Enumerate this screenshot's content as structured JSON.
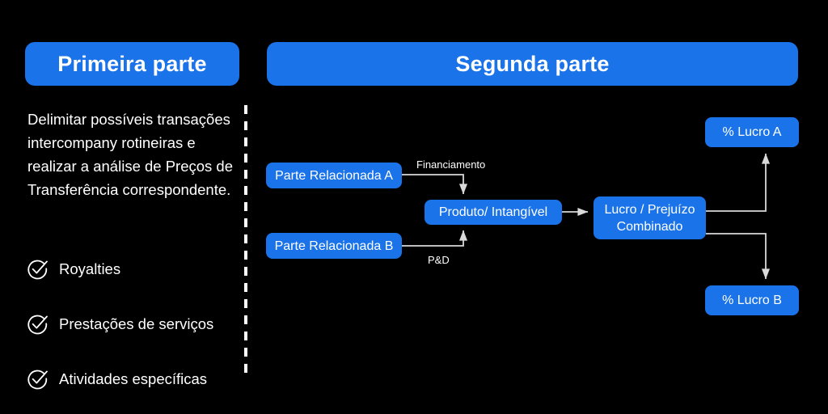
{
  "colors": {
    "background": "#000000",
    "accent_blue": "#1a73e8",
    "text": "#ffffff",
    "connector": "#d9d9d9"
  },
  "headers": {
    "left": "Primeira parte",
    "right": "Segunda parte"
  },
  "left_panel": {
    "paragraph": "Delimitar possíveis transações intercompany rotineiras e realizar a análise de Preços de Transferência correspondente.",
    "checklist": [
      {
        "icon": "check-circle-icon",
        "label": "Royalties"
      },
      {
        "icon": "check-circle-icon",
        "label": "Prestações de serviços"
      },
      {
        "icon": "check-circle-icon",
        "label": "Atividades específicas"
      }
    ]
  },
  "divider": {
    "style": "dashed-vertical"
  },
  "diagram": {
    "nodes": [
      {
        "id": "parte-a",
        "label": "Parte Relacionada A"
      },
      {
        "id": "parte-b",
        "label": "Parte Relacionada B"
      },
      {
        "id": "produto",
        "label": "Produto/ Intangível"
      },
      {
        "id": "lucro",
        "label": "Lucro / Prejuízo\nCombinado",
        "line1": "Lucro / Prejuízo",
        "line2": "Combinado"
      },
      {
        "id": "pct-a",
        "label": "% Lucro A"
      },
      {
        "id": "pct-b",
        "label": "% Lucro B"
      }
    ],
    "edge_labels": {
      "financiamento": "Financiamento",
      "pd": "P&D"
    },
    "edges": [
      {
        "from": "parte-a",
        "to": "produto",
        "label": "Financiamento"
      },
      {
        "from": "parte-b",
        "to": "produto",
        "label": "P&D"
      },
      {
        "from": "produto",
        "to": "lucro",
        "label": ""
      },
      {
        "from": "lucro",
        "to": "pct-a",
        "label": ""
      },
      {
        "from": "lucro",
        "to": "pct-b",
        "label": ""
      }
    ]
  }
}
